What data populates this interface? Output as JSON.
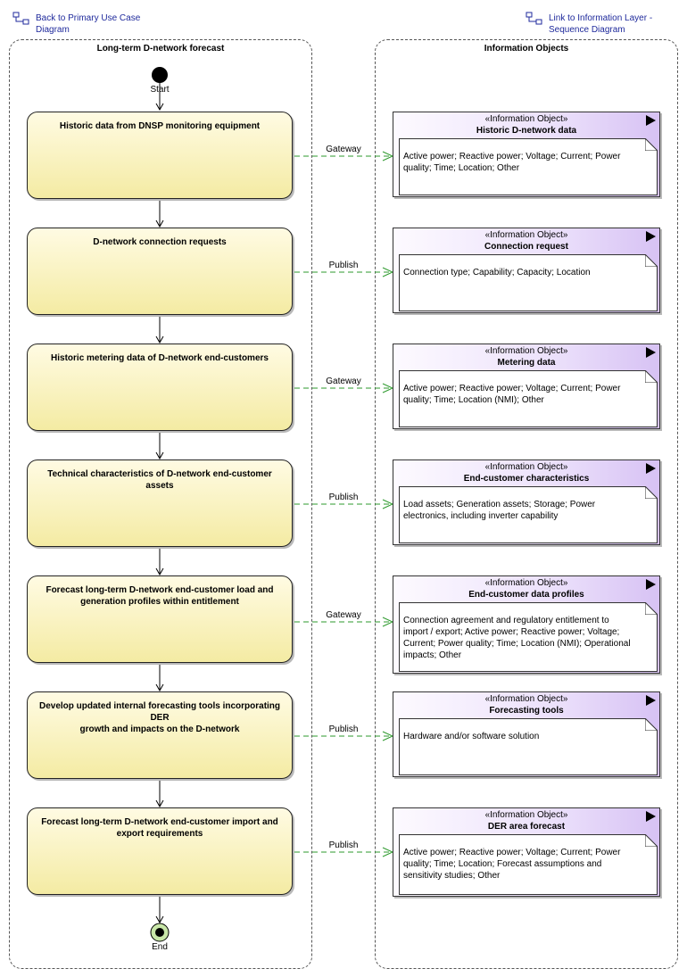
{
  "links": {
    "back": {
      "line1": "Back to Primary Use Case",
      "line2": "Diagram"
    },
    "forward": {
      "line1": "Link to Information Layer -",
      "line2": "Sequence Diagram"
    }
  },
  "lanes": {
    "left": "Long-term D-network forecast",
    "right": "Information Objects"
  },
  "start_label": "Start",
  "end_label": "End",
  "activities": [
    {
      "line1": "Historic data from DNSP monitoring equipment",
      "line2": ""
    },
    {
      "line1": "D-network connection requests",
      "line2": ""
    },
    {
      "line1": "Historic metering data of D-network end-customers",
      "line2": ""
    },
    {
      "line1": "Technical characteristics of D-network end-customer assets",
      "line2": ""
    },
    {
      "line1": "Forecast long-term D-network end-customer load and",
      "line2": "generation profiles within entitlement"
    },
    {
      "line1": "Develop updated internal forecasting tools incorporating DER",
      "line2": "growth and impacts on the D-network"
    },
    {
      "line1": "Forecast long-term D-network end-customer import and",
      "line2": "export requirements"
    }
  ],
  "flows": [
    "Gateway",
    "Publish",
    "Gateway",
    "Publish",
    "Gateway",
    "Publish",
    "Publish"
  ],
  "objects": [
    {
      "stereotype": "«Information Object»",
      "name": "Historic D-network data",
      "lines": [
        "Active power; Reactive power; Voltage; Current; Power",
        "quality; Time; Location; Other",
        ""
      ]
    },
    {
      "stereotype": "«Information Object»",
      "name": "Connection request",
      "lines": [
        "Connection type; Capability; Capacity; Location",
        "",
        ""
      ]
    },
    {
      "stereotype": "«Information Object»",
      "name": "Metering data",
      "lines": [
        "Active power; Reactive power; Voltage; Current; Power",
        "quality; Time; Location (NMI); Other",
        ""
      ]
    },
    {
      "stereotype": "«Information Object»",
      "name": "End-customer characteristics",
      "lines": [
        "Load assets; Generation assets; Storage; Power",
        "electronics, including inverter capability",
        ""
      ]
    },
    {
      "stereotype": "«Information Object»",
      "name": "End-customer data profiles",
      "lines": [
        "Connection agreement and regulatory entitlement to",
        "import / export; Active power; Reactive power; Voltage;",
        "Current; Power quality; Time; Location (NMI); Operational",
        "impacts; Other"
      ]
    },
    {
      "stereotype": "«Information Object»",
      "name": "Forecasting tools",
      "lines": [
        "Hardware and/or software solution",
        "",
        ""
      ]
    },
    {
      "stereotype": "«Information Object»",
      "name": "DER area forecast",
      "lines": [
        "Active power; Reactive power; Voltage; Current; Power",
        "quality; Time; Location; Forecast assumptions and",
        "sensitivity studies; Other"
      ]
    }
  ],
  "colors": {
    "link": "#1f2a9c",
    "activity_fill": "#f4eba3",
    "object_fill": "#d7c2f4",
    "flow_arrow": "#2e9a2e",
    "end_fill": "#c8e6a8"
  }
}
